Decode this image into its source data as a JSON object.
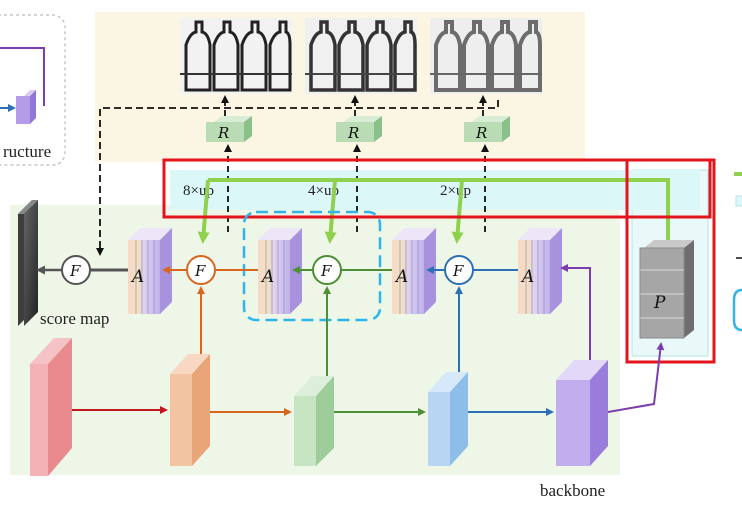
{
  "labels": {
    "structure_fragment": "ructure",
    "score_map": "score map",
    "backbone": "backbone",
    "up8": "8×up",
    "up4": "4×up",
    "up2": "2×up"
  },
  "symbols": {
    "fuse": "F",
    "attention": "A",
    "refine": "R",
    "pyramid": "P"
  },
  "colors": {
    "stage1": "#e98a8f",
    "stage2": "#f0b48c",
    "stage3": "#b5dbb2",
    "stage4": "#a9cdf0",
    "stage5": "#b69be8",
    "arrow_red": "#c0181e",
    "arrow_orange": "#d9661e",
    "arrow_green": "#4d8f34",
    "arrow_blue": "#2d6fb5",
    "arrow_purple": "#7b3db0",
    "upsample_green": "#8fd14f",
    "highlight_red": "#e3141b",
    "dashed_cyan": "#2fb5e8",
    "top_panel_bg": "#fbf5e4",
    "bottom_panel_bg": "#eef6e8",
    "up_band_bg": "#dbf7f8"
  }
}
